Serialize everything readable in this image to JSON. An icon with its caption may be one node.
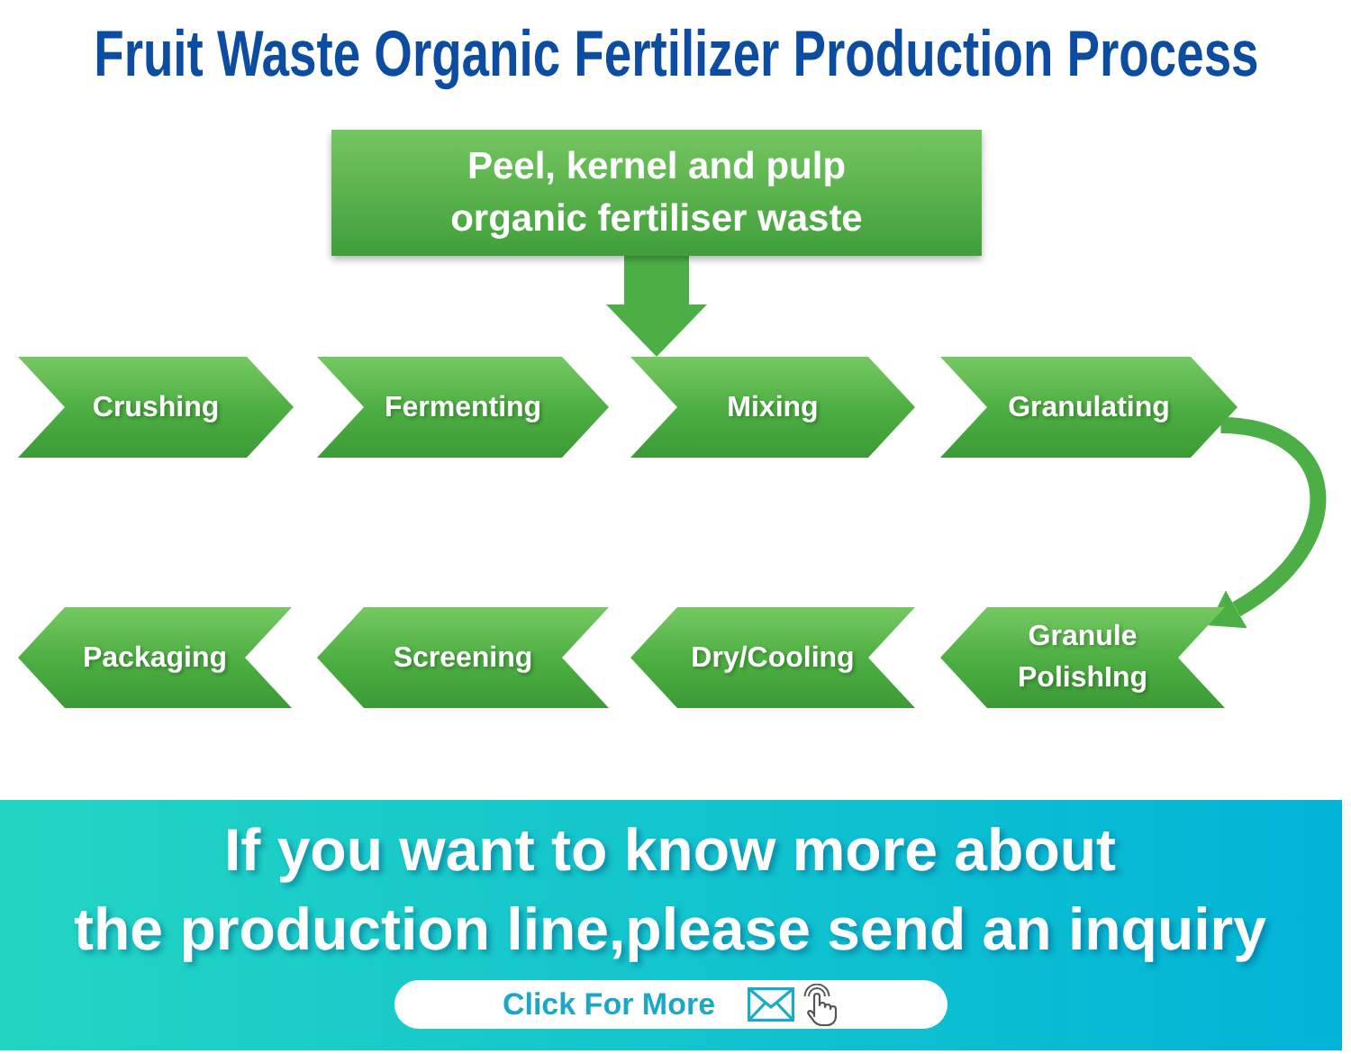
{
  "diagram": {
    "title": "Fruit Waste Organic Fertilizer Production Process",
    "nodes": [
      {
        "text": [
          "Peel, kernel and pulp organic fertiliser waste"
        ]
      },
      {
        "text": [
          "Crushing"
        ]
      },
      {
        "text": [
          "Fermenting"
        ]
      },
      {
        "text": [
          "Mixing"
        ]
      },
      {
        "text": [
          "Granulating"
        ]
      },
      {
        "text": [
          "Packaging"
        ]
      },
      {
        "text": [
          "Screening"
        ]
      },
      {
        "text": [
          "Dry/Cooling"
        ]
      },
      {
        "text": [
          "Granule PolishIng"
        ]
      },
      {
        "text": [
          "If you want to know more about the production line,please send an inquiry"
        ]
      },
      {
        "text": [
          "Click For More"
        ],
        "in": 9
      }
    ],
    "edges": [
      {
        "from": 0,
        "to": 3,
        "arrow": "to",
        "style": "thick"
      },
      {
        "from": 4,
        "to": 8,
        "arrow": "to"
      }
    ]
  }
}
